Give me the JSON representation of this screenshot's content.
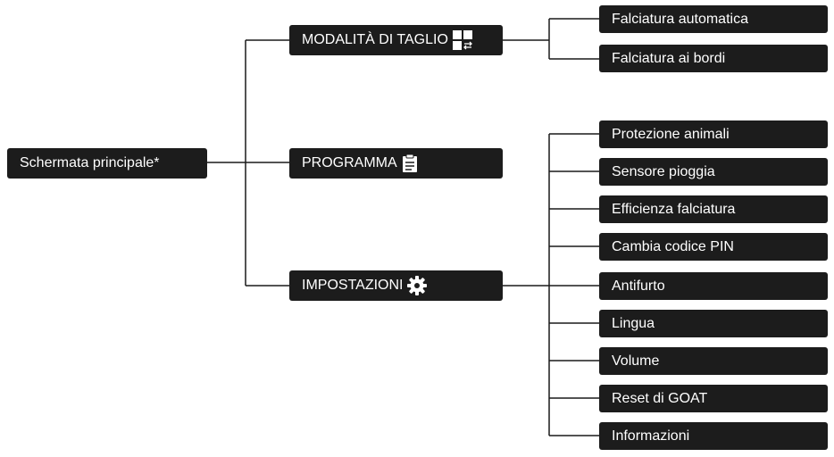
{
  "root": {
    "label": "Schermata principale*"
  },
  "branches": [
    {
      "label": "MODALITÀ DI TAGLIO",
      "icon": "cutting-mode-icon",
      "children": [
        "Falciatura automatica",
        "Falciatura ai bordi"
      ]
    },
    {
      "label": "PROGRAMMA",
      "icon": "clipboard-icon",
      "children": []
    },
    {
      "label": "IMPOSTAZIONI",
      "icon": "gear-icon",
      "children": [
        "Protezione animali",
        "Sensore pioggia",
        "Efficienza falciatura",
        "Cambia codice PIN",
        "Antifurto",
        "Lingua",
        "Volume",
        "Reset di GOAT",
        "Informazioni"
      ]
    }
  ],
  "colors": {
    "node_fill": "#1c1c1c",
    "node_text": "#ffffff",
    "connector": "#1a1a1a"
  }
}
